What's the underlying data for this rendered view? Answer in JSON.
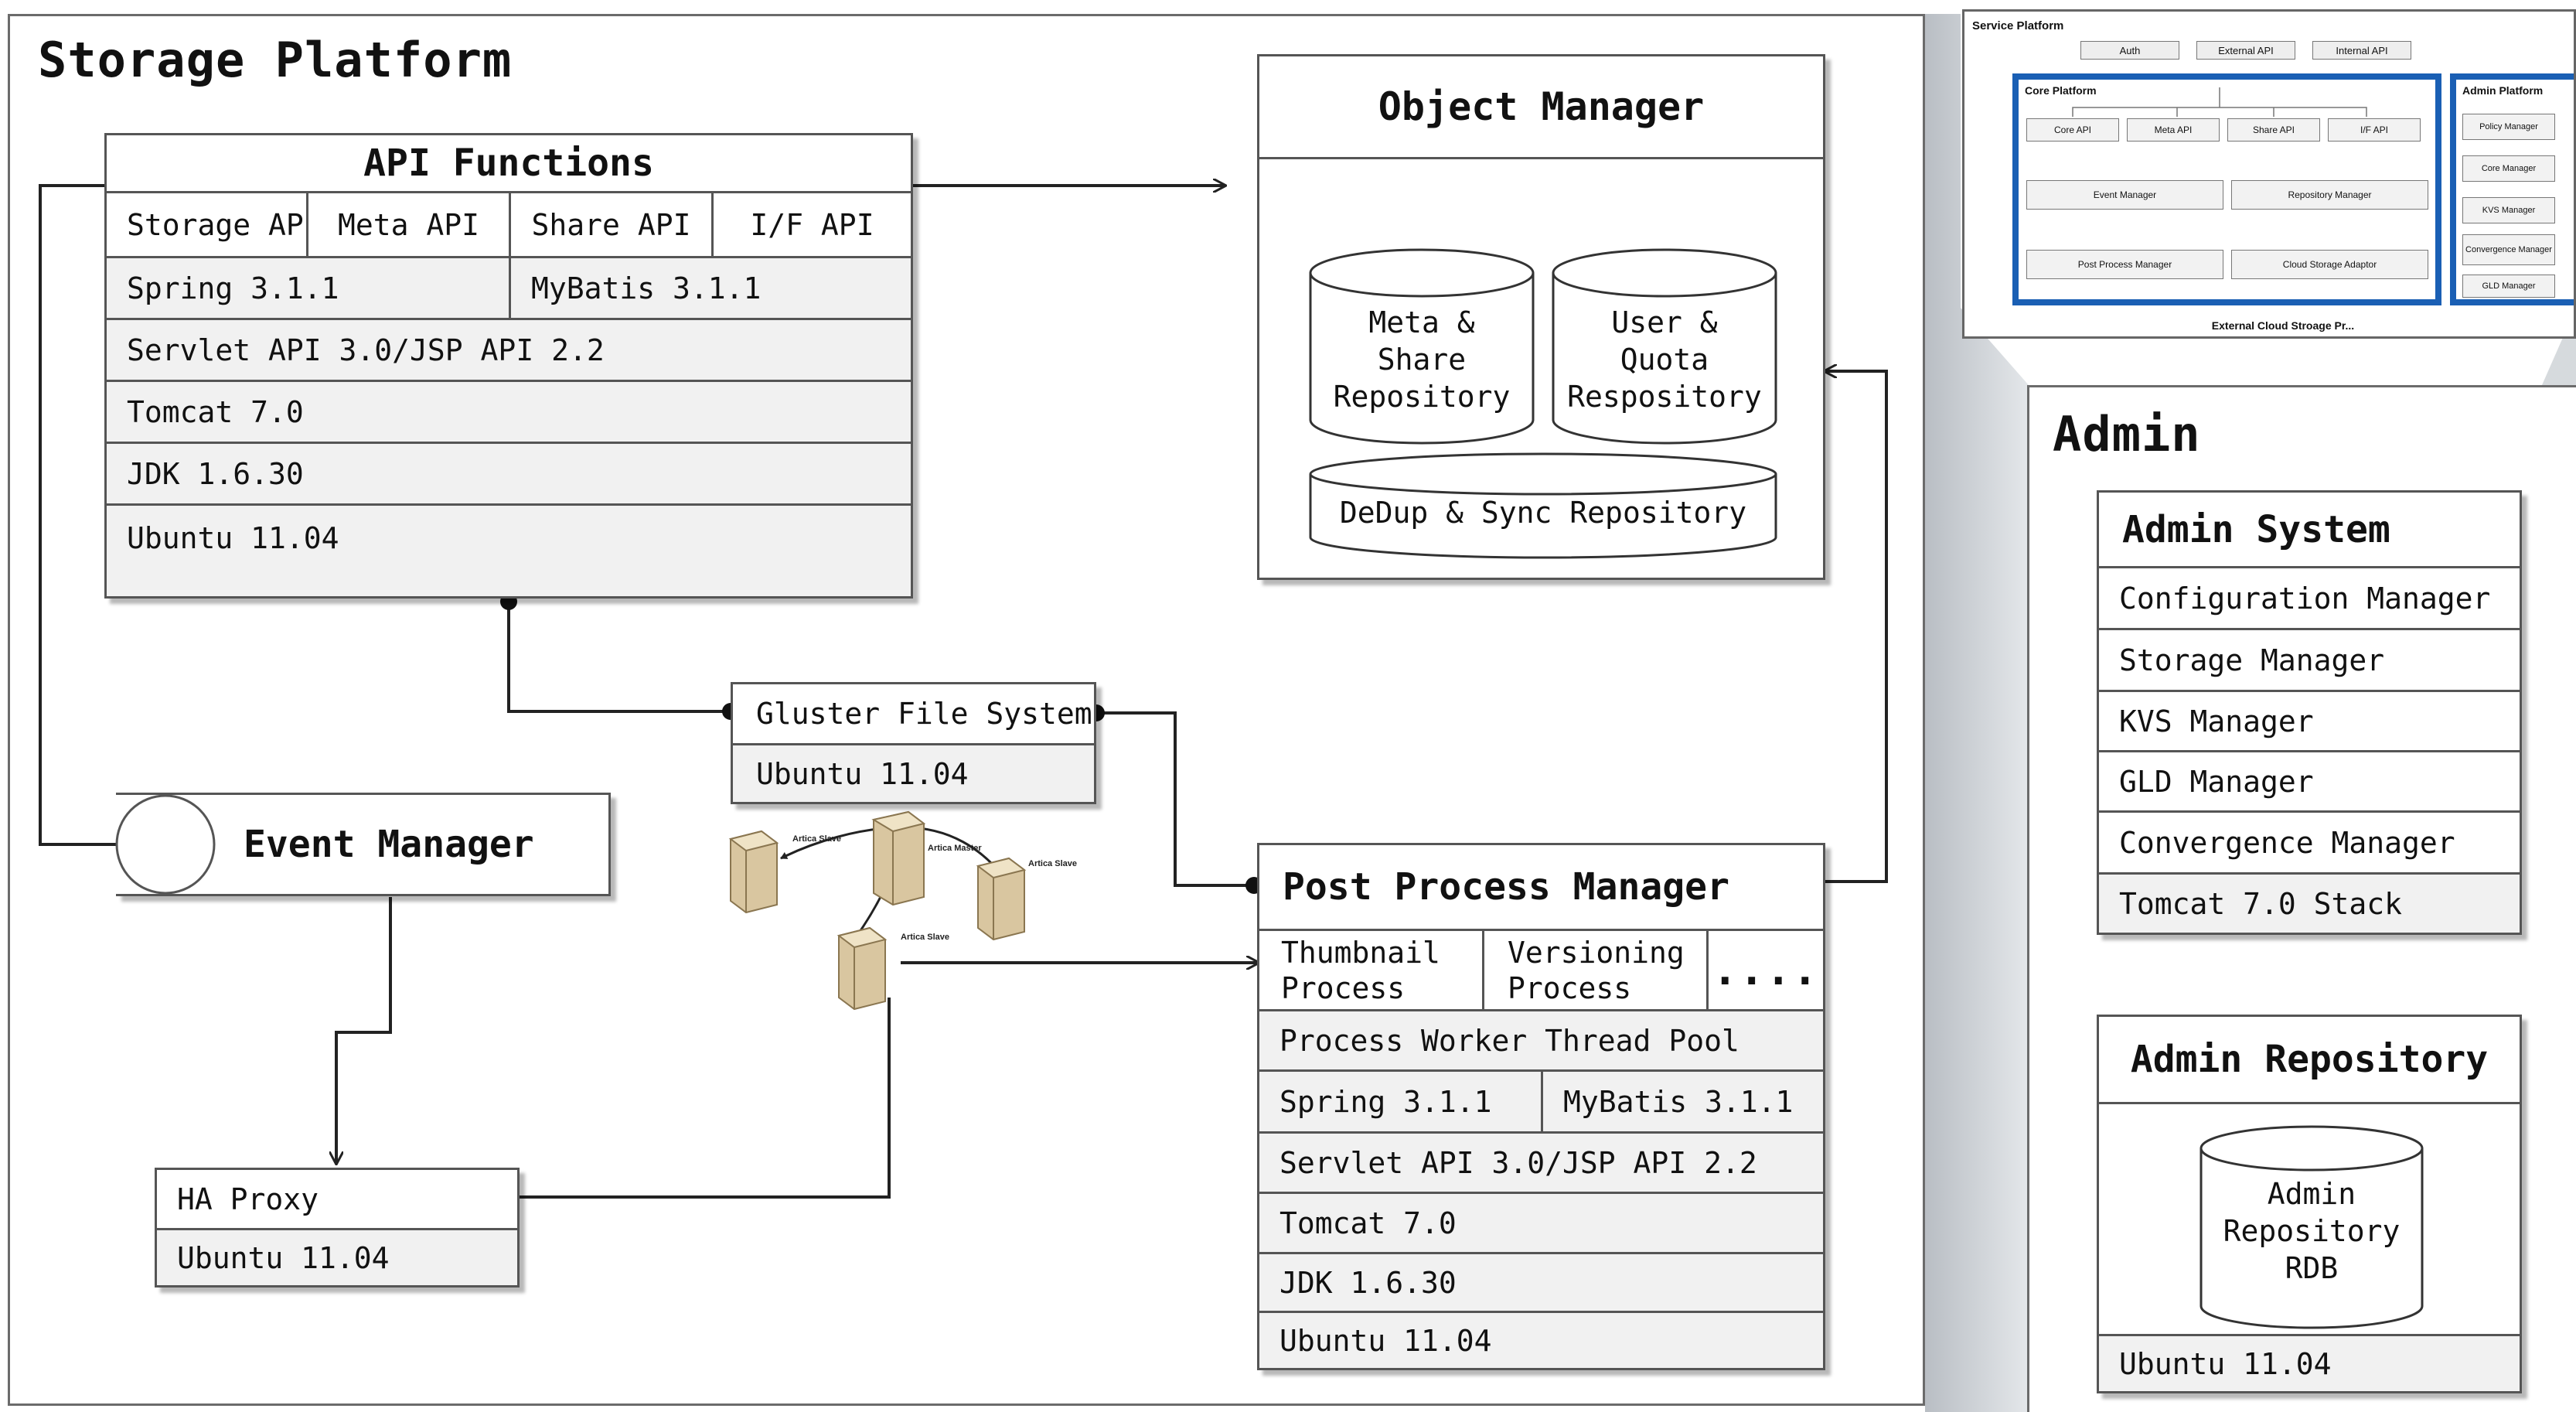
{
  "storage_platform": {
    "title": "Storage Platform",
    "api_functions": {
      "title": "API Functions",
      "apis": [
        "Storage API",
        "Meta API",
        "Share API",
        "I/F API"
      ],
      "spring": "Spring 3.1.1",
      "mybatis": "MyBatis 3.1.1",
      "servlet": "Servlet API 3.0/JSP API 2.2",
      "tomcat": "Tomcat 7.0",
      "jdk": "JDK 1.6.30",
      "ubuntu": "Ubuntu 11.04"
    },
    "object_manager": {
      "title": "Object Manager",
      "meta_repo": [
        "Meta &",
        "Share",
        "Repository"
      ],
      "user_repo": [
        "User &",
        "Quota",
        "Respository"
      ],
      "dedup_repo": "DeDup & Sync Repository"
    },
    "gluster": {
      "title": "Gluster File System",
      "ubuntu": "Ubuntu 11.04"
    },
    "event_manager": {
      "title": "Event Manager"
    },
    "ha_proxy": {
      "title": "HA Proxy",
      "ubuntu": "Ubuntu 11.04"
    },
    "post_process_manager": {
      "title": "Post Process Manager",
      "thumbnail": [
        "Thumbnail",
        "Process"
      ],
      "versioning": [
        "Versioning",
        "Process"
      ],
      "more": "....",
      "thread_pool": "Process Worker Thread Pool",
      "spring": "Spring 3.1.1",
      "mybatis": "MyBatis 3.1.1",
      "servlet": "Servlet API 3.0/JSP API 2.2",
      "tomcat": "Tomcat 7.0",
      "jdk": "JDK 1.6.30",
      "ubuntu": "Ubuntu 11.04"
    },
    "server_labels": [
      "Artica Slave",
      "Artica Master",
      "Artica Slave",
      "Artica Slave"
    ]
  },
  "admin": {
    "title": "Admin",
    "admin_system": {
      "title": "Admin System",
      "items": [
        "Configuration Manager",
        "Storage Manager",
        "KVS Manager",
        "GLD Manager",
        "Convergence Manager",
        "Tomcat 7.0 Stack"
      ]
    },
    "admin_repository": {
      "title": "Admin Repository",
      "rdb": [
        "Admin",
        "Repository",
        "RDB"
      ],
      "ubuntu": "Ubuntu 11.04"
    }
  },
  "thumbnail": {
    "service_platform": "Service Platform",
    "service_items": [
      "Auth",
      "External API",
      "Internal API"
    ],
    "core_platform": "Core Platform",
    "core_apis": [
      "Core API",
      "Meta API",
      "Share API",
      "I/F API"
    ],
    "core_managers": [
      "Event Manager",
      "Repository Manager",
      "Post Process Manager",
      "Cloud Storage Adaptor"
    ],
    "admin_platform": "Admin Platform",
    "admin_items": [
      "Policy Manager",
      "Core Manager",
      "KVS Manager",
      "Convergence Manager",
      "GLD Manager"
    ],
    "footer": "External Cloud Stroage Pr..."
  },
  "colors": {
    "border": "#555555",
    "row_fill": "#f1f1f1",
    "thumb_blue": "#1a5fb4",
    "server_tan": "#d9c6a0"
  }
}
